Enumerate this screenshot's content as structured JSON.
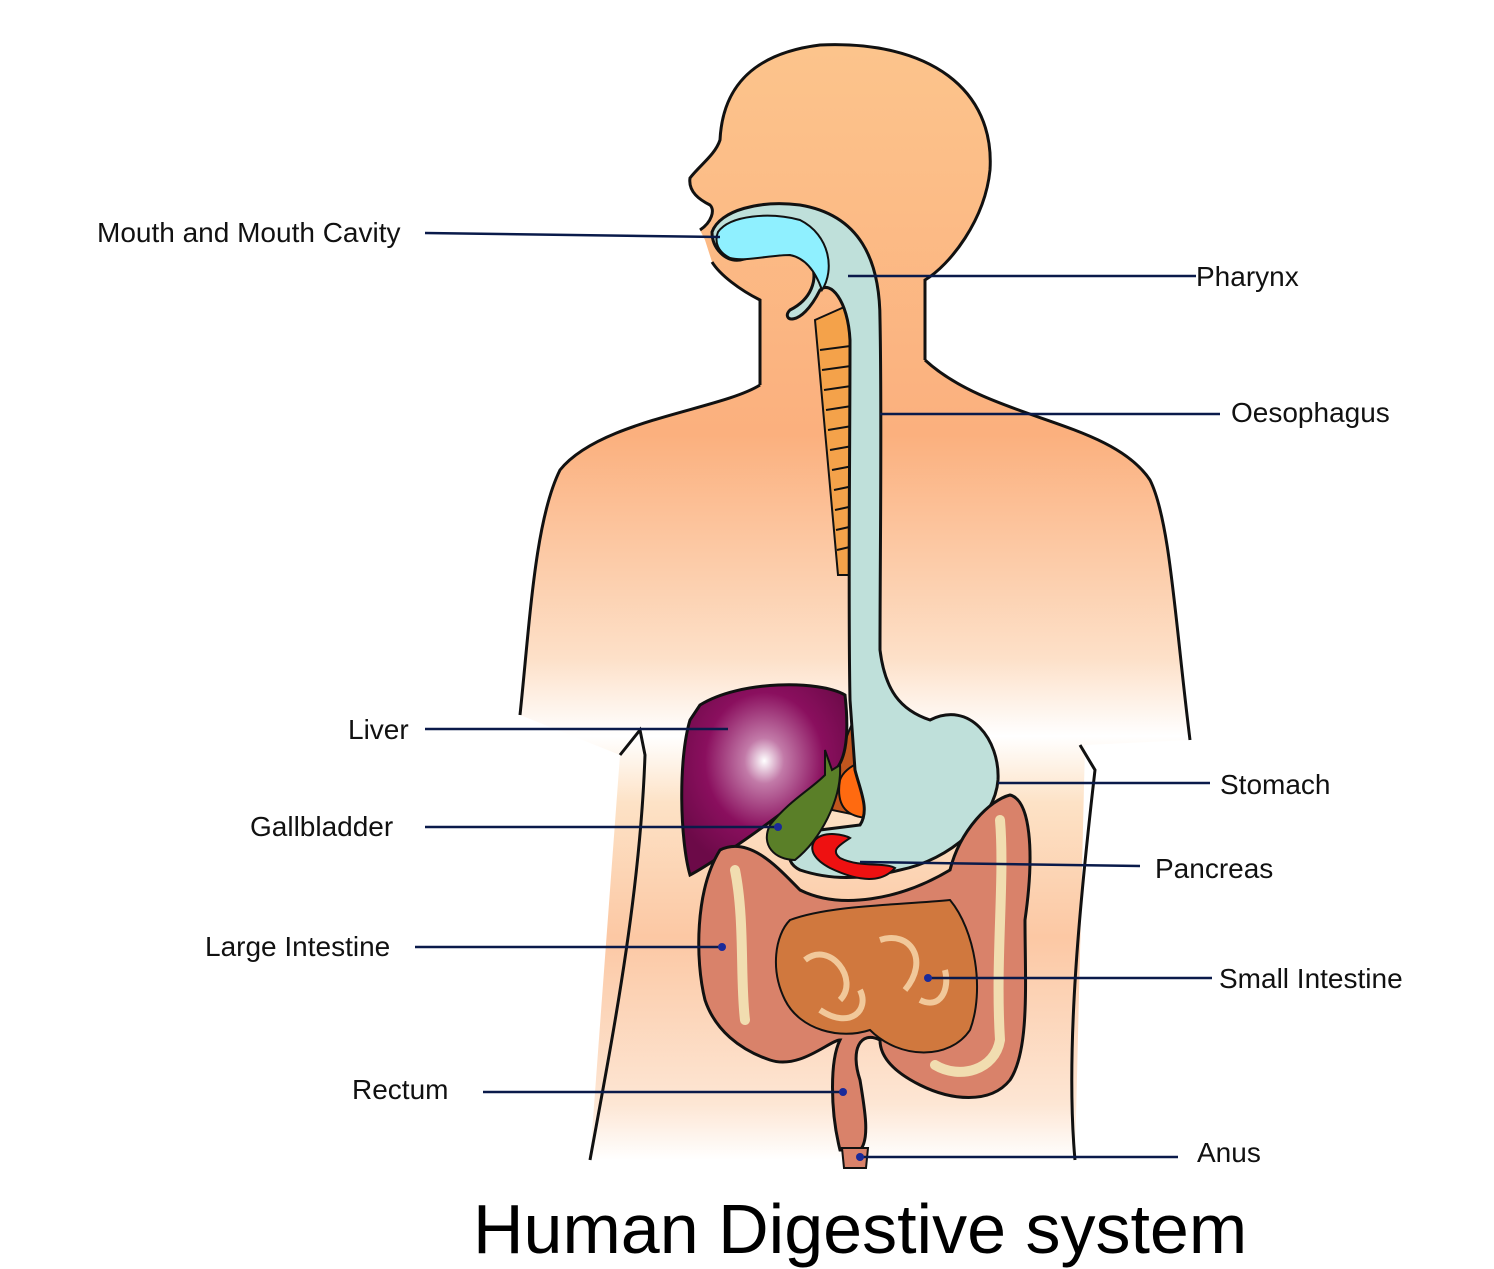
{
  "title": "Human Digestive system",
  "labels": {
    "mouth": "Mouth and Mouth Cavity",
    "pharynx": "Pharynx",
    "oesophagus": "Oesophagus",
    "liver": "Liver",
    "gallbladder": "Gallbladder",
    "large_intestine": "Large Intestine",
    "rectum": "Rectum",
    "stomach": "Stomach",
    "pancreas": "Pancreas",
    "small_intestine": "Small Intestine",
    "anus": "Anus"
  },
  "colors": {
    "skin": "#fbb27a",
    "liver": "#8a0f5e",
    "gallbladder": "#5a7f28",
    "tract": "#bfe0da",
    "pancreas": "#ee1111",
    "intestine": "#d9826a",
    "small_intestine": "#d0783e"
  }
}
